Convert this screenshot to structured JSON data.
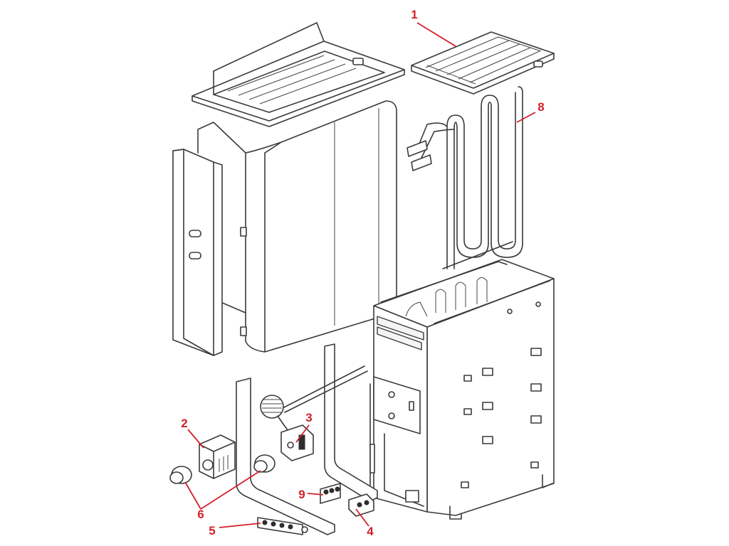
{
  "callouts": [
    {
      "id": "1",
      "label": "1"
    },
    {
      "id": "2",
      "label": "2"
    },
    {
      "id": "3",
      "label": "3"
    },
    {
      "id": "4",
      "label": "4"
    },
    {
      "id": "5",
      "label": "5"
    },
    {
      "id": "6",
      "label": "6"
    },
    {
      "id": "8",
      "label": "8"
    },
    {
      "id": "9",
      "label": "9"
    }
  ],
  "colors": {
    "callout": "#d3202a",
    "line_art": "#3a3a3a",
    "background": "#ffffff"
  }
}
